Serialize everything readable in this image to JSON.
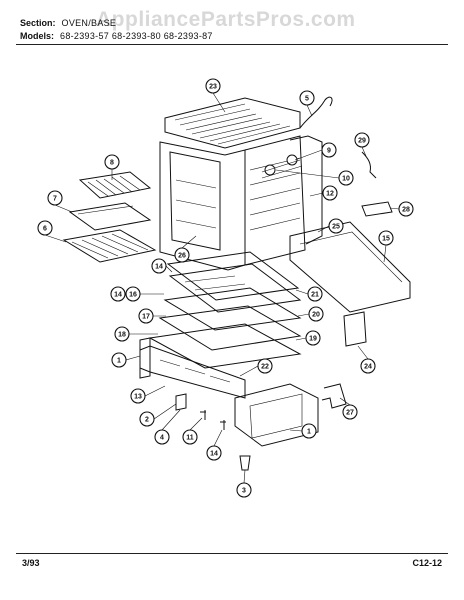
{
  "header": {
    "section_label": "Section:",
    "section_value": "OVEN/BASE",
    "models_label": "Models:",
    "models_value": "68-2393-57   68-2393-80   68-2393-87"
  },
  "watermark": "AppliancePartsPros.com",
  "footer": {
    "date_code": "3/93",
    "page_code": "C12-12"
  },
  "callouts": [
    "23",
    "5",
    "8",
    "9",
    "29",
    "10",
    "7",
    "12",
    "6",
    "28",
    "25",
    "15",
    "26",
    "14",
    "14",
    "16",
    "21",
    "17",
    "20",
    "18",
    "19",
    "1",
    "22",
    "24",
    "13",
    "2",
    "27",
    "4",
    "11",
    "14",
    "1",
    "3"
  ]
}
